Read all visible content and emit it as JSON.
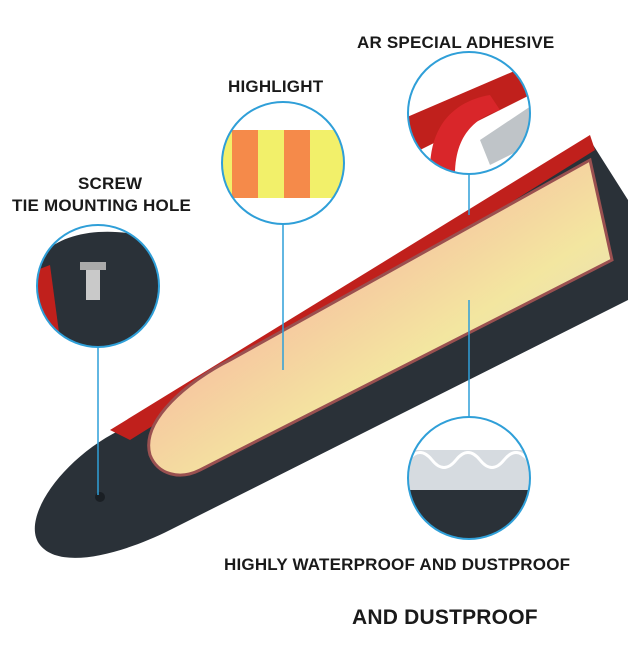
{
  "labels": {
    "adhesive": "AR SPECIAL ADHESIVE",
    "highlight": "HIGHLIGHT",
    "screw_line1": "SCREW",
    "screw_line2": "TIE MOUNTING HOLE",
    "waterproof": "HIGHLY WATERPROOF AND DUSTPROOF",
    "footer": "AND DUSTPROOF"
  },
  "colors": {
    "callout": "#2f9fd8",
    "strip_body": "#2a3138",
    "strip_red": "#c0201c",
    "led_orange": "#f58a4a",
    "led_yellow": "#f2f06a"
  }
}
